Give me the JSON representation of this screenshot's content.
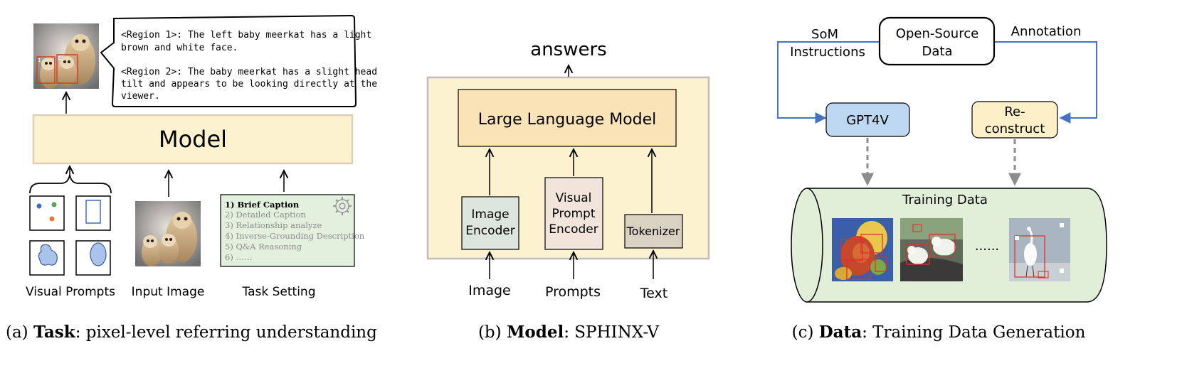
{
  "panel_a": {
    "caption_prefix": "(a) ",
    "caption_bold": "Task",
    "caption_rest": ": pixel-level referring understanding",
    "region1_line1": "<Region 1>: The left baby meerkat has a light",
    "region1_line2": "brown and white face.",
    "region2_line1": "<Region 2>: The baby meerkat has a slight head",
    "region2_line2": "tilt and appears to be looking directly at the",
    "region2_line3": "viewer.",
    "model_label": "Model",
    "visual_prompts_label": "Visual Prompts",
    "input_image_label": "Input Image",
    "task_setting_label": "Task Setting",
    "tasks": [
      "1) Brief Caption",
      "2) Detailed Caption",
      "3) Relationship analyze",
      "4) Inverse-Grounding Description",
      "5) Q&A Reasoning",
      "6) ……"
    ],
    "box1": "1",
    "box2": "2"
  },
  "panel_b": {
    "caption_prefix": "(b) ",
    "caption_bold": "Model",
    "caption_rest": ": SPHINX-V",
    "answers_label": "answers",
    "llm_label": "Large Language Model",
    "image_encoder_line1": "Image",
    "image_encoder_line2": "Encoder",
    "vpe_line1": "Visual",
    "vpe_line2": "Prompt",
    "vpe_line3": "Encoder",
    "tokenizer_label": "Tokenizer",
    "input_image": "Image",
    "input_prompts": "Prompts",
    "input_text": "Text"
  },
  "panel_c": {
    "caption_prefix": "(c) ",
    "caption_bold": "Data",
    "caption_rest": ": Training Data Generation",
    "som_line1": "SoM",
    "som_line2": "Instructions",
    "osd_line1": "Open-Source",
    "osd_line2": "Data",
    "annotation_label": "Annotation",
    "gpt4v_label": "GPT4V",
    "reconstruct_line1": "Re-",
    "reconstruct_line2": "construct",
    "training_data_label": "Training Data",
    "ellipsis": "......"
  },
  "colors": {
    "model_fill": "#fdf2d0",
    "model_stroke": "#d9d0b8",
    "llm_fill": "#fae3b6",
    "image_encoder_fill": "#dde6de",
    "vpe_fill": "#f1e4da",
    "tokenizer_fill": "#d9d1c2",
    "gpt4v_fill": "#bcd7ef",
    "reconstruct_fill": "#fdf0c8",
    "cylinder_fill": "#e2efd8",
    "task_fill": "#e3f0de",
    "blue_line": "#4472c4",
    "dashed": "#8c8c8c"
  }
}
